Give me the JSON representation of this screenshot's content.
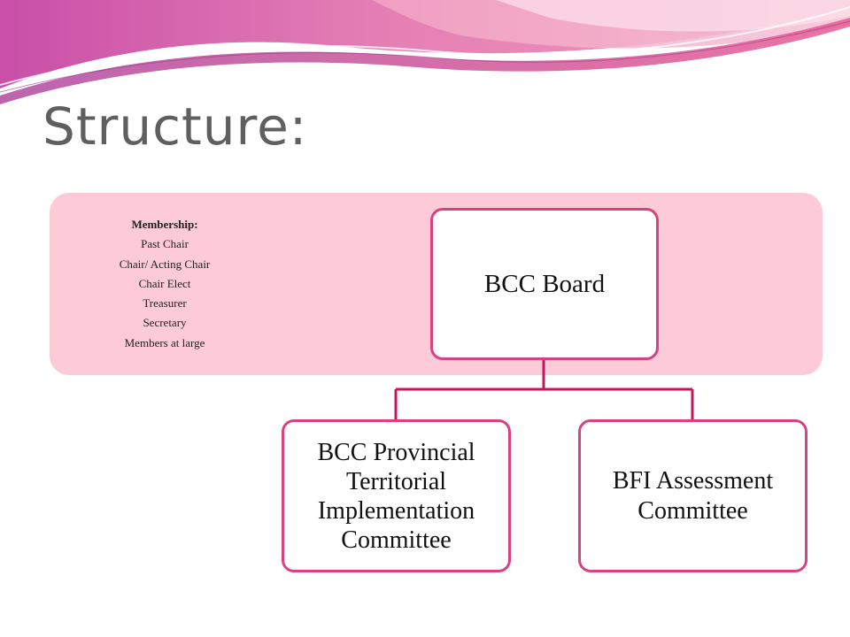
{
  "slide": {
    "title": "Structure:"
  },
  "membership": {
    "heading": "Membership:",
    "items": [
      "Past Chair",
      "Chair/ Acting Chair",
      "Chair Elect",
      "Treasurer",
      "Secretary",
      "Members at large"
    ]
  },
  "org_chart": {
    "root": "BCC Board",
    "children": [
      "BCC Provincial Territorial Implementation Committee",
      "BFI Assessment Committee"
    ]
  },
  "colors": {
    "panel": "#fdcad8",
    "node_border": "#d6437f",
    "connector": "#c2185b",
    "title_text": "#5f5f5f"
  }
}
